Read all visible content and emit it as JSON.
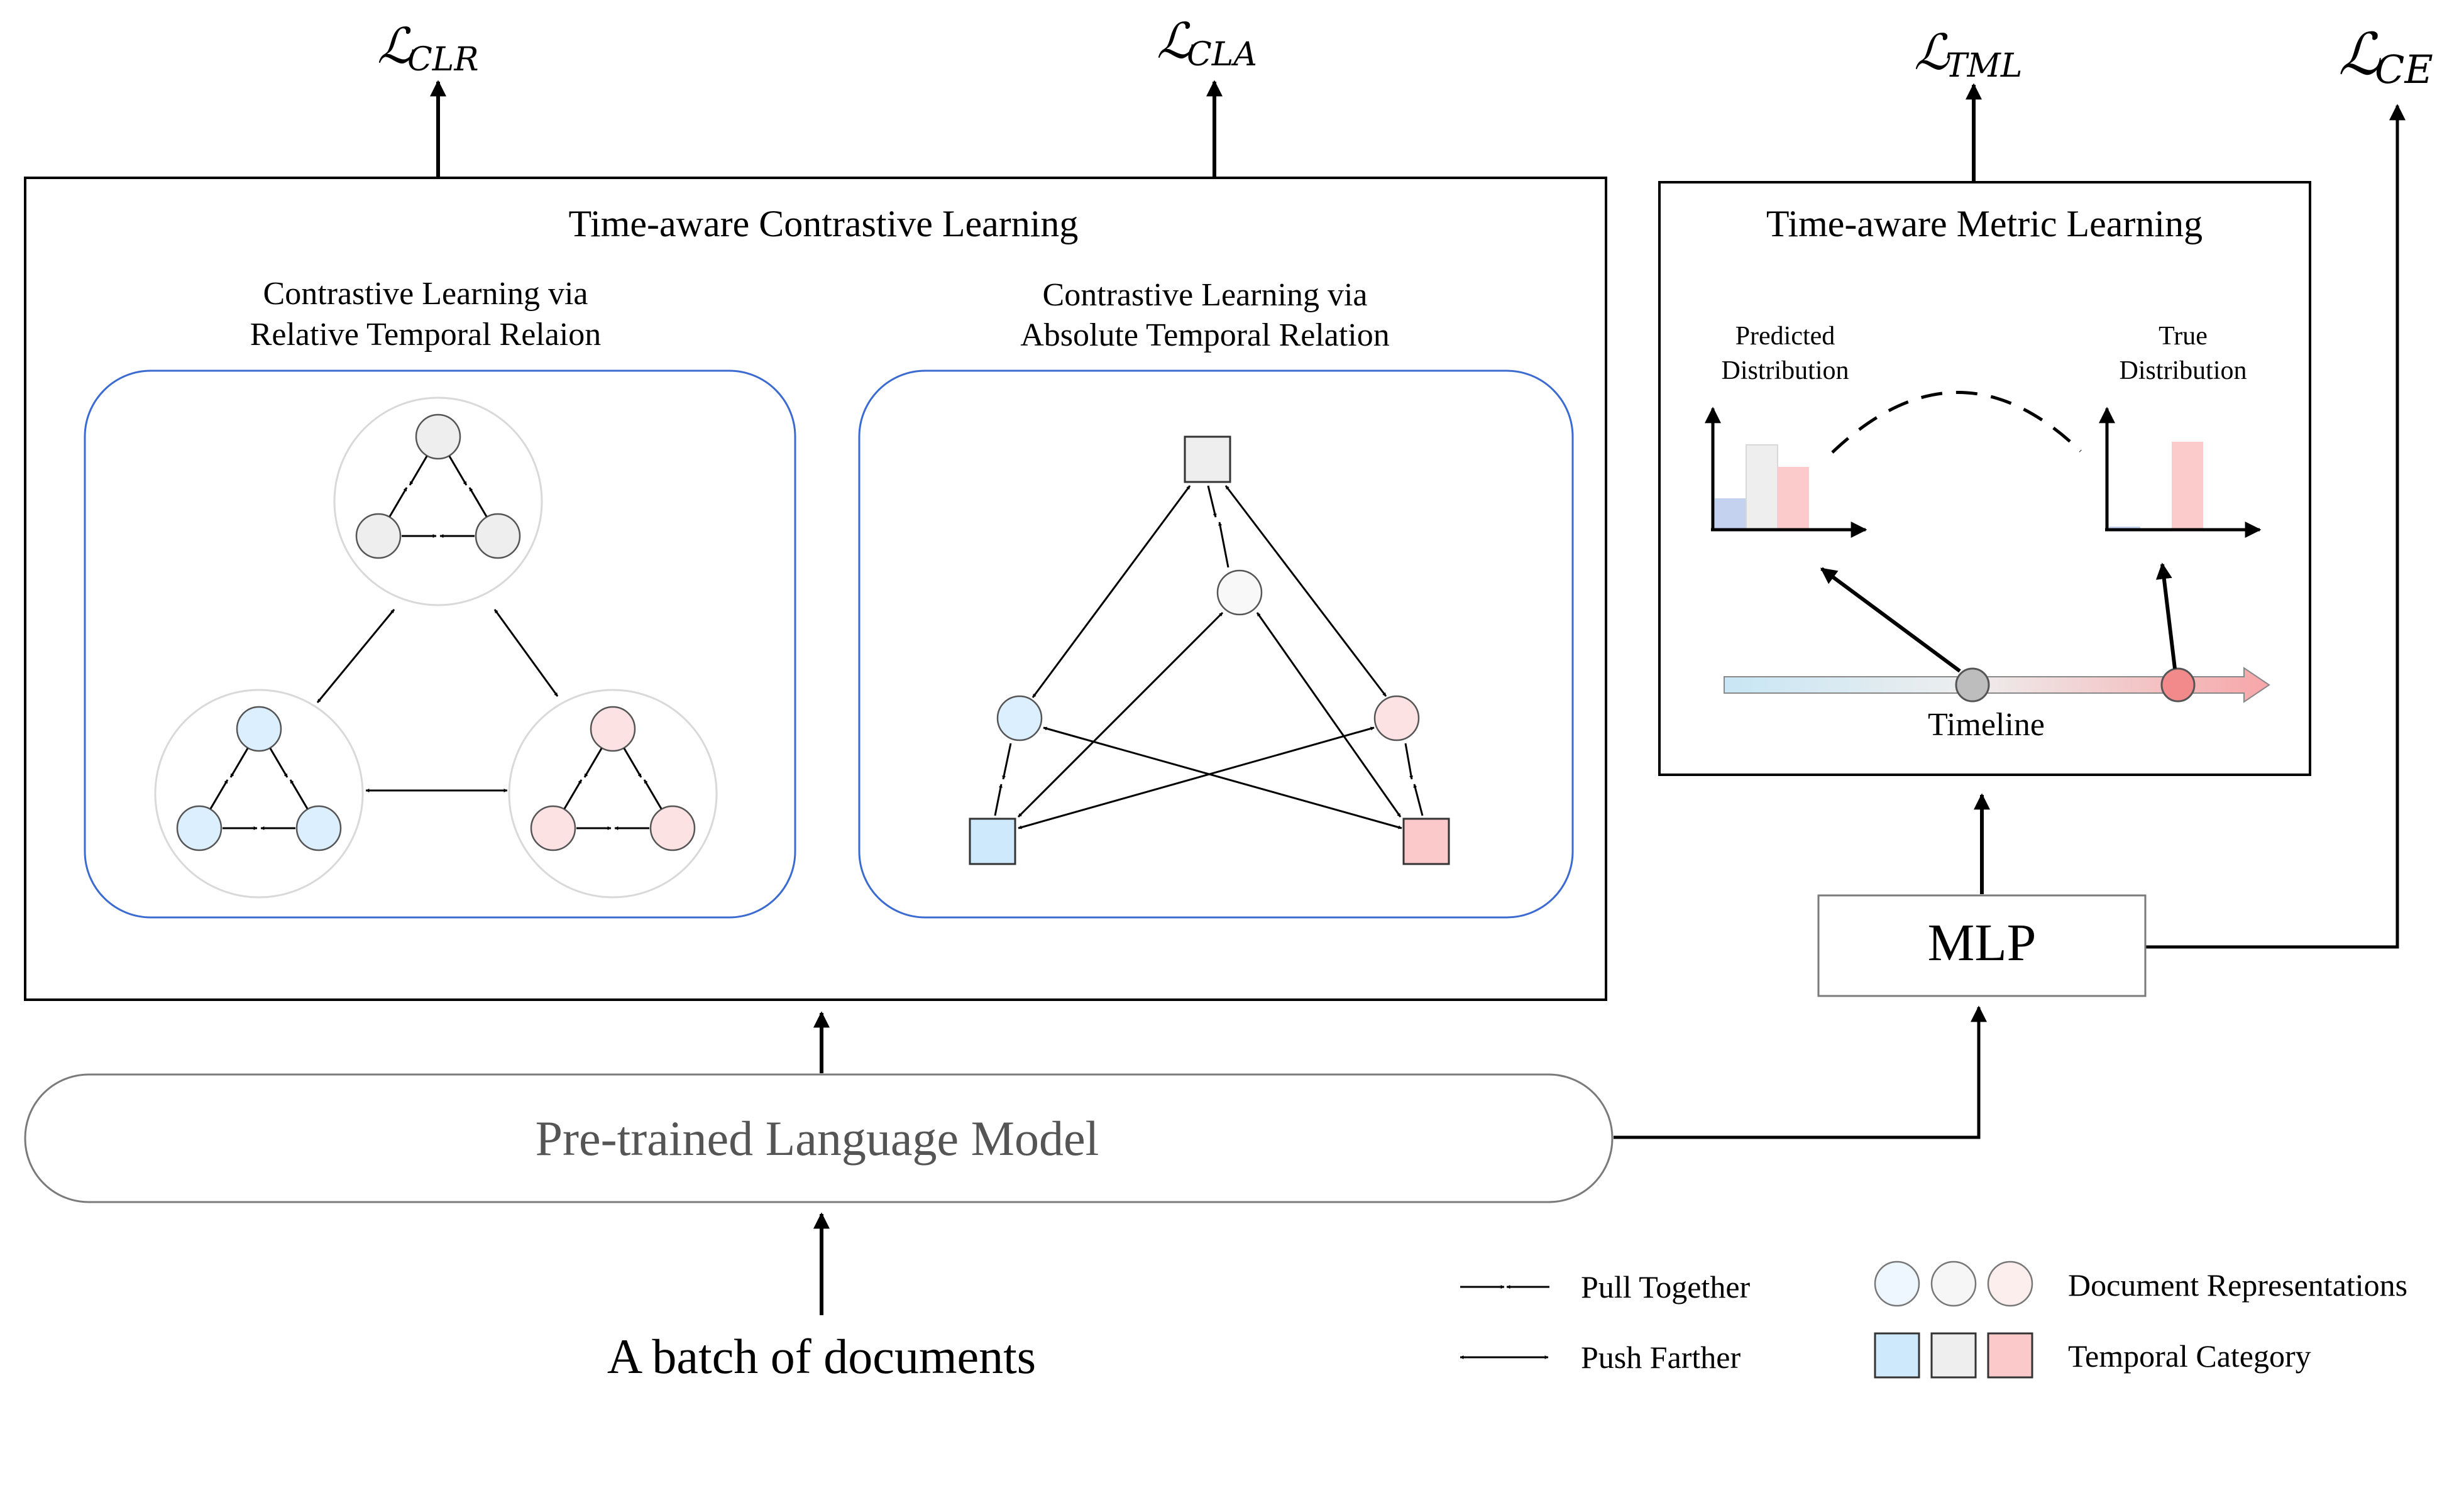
{
  "losses": {
    "clr": {
      "symbol": "ℒ",
      "sub": "CLR"
    },
    "cla": {
      "symbol": "ℒ",
      "sub": "CLA"
    },
    "tml": {
      "symbol": "ℒ",
      "sub": "TML"
    },
    "ce": {
      "symbol": "ℒ",
      "sub": "CE"
    }
  },
  "contrastive": {
    "title": "Time-aware Contrastive Learning",
    "relative": {
      "line1": "Contrastive Learning via",
      "line2": "Relative Temporal Relaion"
    },
    "absolute": {
      "line1": "Contrastive Learning via",
      "line2": "Absolute Temporal Relation"
    }
  },
  "metric": {
    "title": "Time-aware Metric Learning",
    "predicted": {
      "line1": "Predicted",
      "line2": "Distribution"
    },
    "true": {
      "line1": "True",
      "line2": "Distribution"
    },
    "timeline": "Timeline"
  },
  "mlp": "MLP",
  "plm": "Pre-trained Language Model",
  "input": "A batch of documents",
  "legend": {
    "pull": "Pull Together",
    "push": "Push Farther",
    "doc_repr": "Document Representations",
    "temporal": "Temporal Category"
  },
  "colors": {
    "blue_fill": "#dcefff",
    "gray_fill": "#eeeeee",
    "red_fill": "#fde2e4",
    "blue_square": "#cde9fb",
    "gray_square": "#eeeeee",
    "red_square": "#fcc9ca",
    "inner_panel_border": "#3b6bd1"
  }
}
